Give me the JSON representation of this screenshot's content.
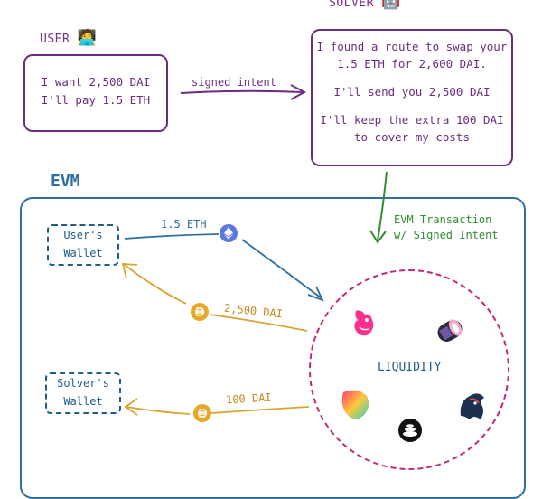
{
  "user": {
    "label": "USER",
    "emoji": "🧑‍💻",
    "line1": "I want 2,500 DAI",
    "line2": "I'll pay 1.5 ETH"
  },
  "solver": {
    "label": "SOLVER",
    "emoji": "🤖",
    "line1": "I found a route to swap your",
    "line2": "1.5 ETH for 2,600 DAI.",
    "line3": "I'll send you 2,500 DAI",
    "line4": "I'll keep the extra 100 DAI",
    "line5": "to cover my costs"
  },
  "arrows": {
    "signed_intent": "signed intent",
    "evm_tx_line1": "EVM Transaction",
    "evm_tx_line2": "w/ Signed Intent"
  },
  "evm": {
    "title": "EVM",
    "user_wallet_line1": "User's",
    "user_wallet_line2": "Wallet",
    "solver_wallet_line1": "Solver's",
    "solver_wallet_line2": "Wallet",
    "eth_amount": "1.5 ETH",
    "dai_to_user": "2,500 DAI",
    "dai_to_solver": "100 DAI",
    "liquidity": "LIQUIDITY"
  },
  "colors": {
    "purple": "#6b2d82",
    "blue": "#2e6fa0",
    "green": "#2f8f2f",
    "gold": "#d8a431",
    "pink": "#c0297b",
    "eth_blue": "#5a79e0"
  },
  "icons": [
    "ethereum-icon",
    "dai-icon",
    "uniswap-icon",
    "sushiswap-icon",
    "pancakeswap-icon",
    "1inch-icon",
    "balancer-icon"
  ]
}
